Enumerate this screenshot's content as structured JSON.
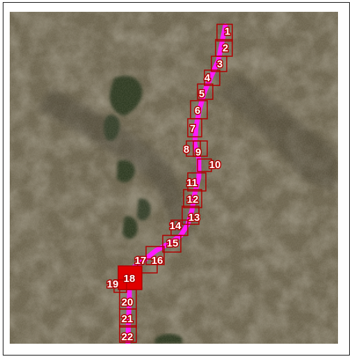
{
  "map": {
    "colors": {
      "route": "#ff1aff",
      "box_stroke": "#b00000",
      "label_fill": "#ffffff",
      "label_stroke": "#b00000",
      "terrain_base": "#6e6650",
      "vegetation": "#2e3a24"
    },
    "segments": [
      {
        "label": "1"
      },
      {
        "label": "2"
      },
      {
        "label": "3"
      },
      {
        "label": "4"
      },
      {
        "label": "5"
      },
      {
        "label": "6"
      },
      {
        "label": "7"
      },
      {
        "label": "8"
      },
      {
        "label": "9"
      },
      {
        "label": "10"
      },
      {
        "label": "11"
      },
      {
        "label": "12"
      },
      {
        "label": "13"
      },
      {
        "label": "14"
      },
      {
        "label": "15"
      },
      {
        "label": "16"
      },
      {
        "label": "17"
      },
      {
        "label": "18"
      },
      {
        "label": "19"
      },
      {
        "label": "20"
      },
      {
        "label": "21"
      },
      {
        "label": "22"
      }
    ]
  }
}
